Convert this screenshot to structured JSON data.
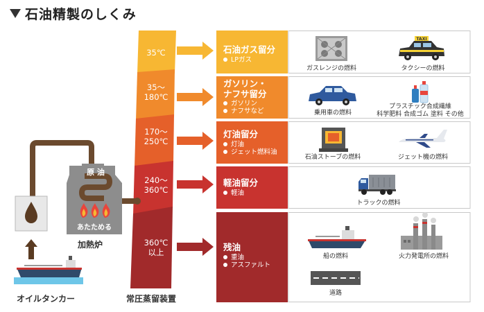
{
  "title": "石油精製のしくみ",
  "colors": {
    "lpg": "#f7b733",
    "gasoline": "#f08a2c",
    "kerosene": "#e5602a",
    "diesel": "#c8332f",
    "residue": "#a12a2b",
    "pipe": "#6b4a2e",
    "furnace": "#8d8d8d"
  },
  "fractions": [
    {
      "temp": "35℃",
      "name": "石油ガス留分",
      "products": [
        "LPガス"
      ],
      "uses": [
        {
          "caption": "ガスレンジの燃料",
          "icon": "gas-stove-icon"
        },
        {
          "caption": "タクシーの燃料",
          "icon": "taxi-icon"
        }
      ],
      "taxi_sign": "TAXI"
    },
    {
      "temp": "35～\n180℃",
      "name": "ガソリン・\nナフサ留分",
      "products": [
        "ガソリン",
        "ナフサなど"
      ],
      "uses": [
        {
          "caption": "乗用車の燃料",
          "icon": "car-icon"
        },
        {
          "caption": "プラスチック合成繊維\n科学肥料 合成ゴム 塗料 その他",
          "icon": "plastic-bottles-icon"
        }
      ]
    },
    {
      "temp": "170～\n250℃",
      "name": "灯油留分",
      "products": [
        "灯油",
        "ジェット燃料油"
      ],
      "uses": [
        {
          "caption": "石油ストーブの燃料",
          "icon": "oil-stove-icon"
        },
        {
          "caption": "ジェット機の燃料",
          "icon": "jet-icon"
        }
      ]
    },
    {
      "temp": "240～\n360℃",
      "name": "軽油留分",
      "products": [
        "軽油"
      ],
      "uses": [
        {
          "caption": "トラックの燃料",
          "icon": "truck-icon"
        }
      ]
    },
    {
      "temp": "360℃\n以上",
      "name": "残油",
      "products": [
        "重油",
        "アスファルト"
      ],
      "uses": [
        {
          "caption": "船の燃料",
          "icon": "ship-icon"
        },
        {
          "caption": "火力発電所の燃料",
          "icon": "power-plant-icon"
        },
        {
          "caption": "道路",
          "icon": "road-icon"
        }
      ]
    }
  ],
  "furnace": {
    "label": "加熱炉",
    "tag": "原 油",
    "heating": "あたためる"
  },
  "tanker_label": "オイルタンカー",
  "tower_label": "常圧蒸留装置"
}
